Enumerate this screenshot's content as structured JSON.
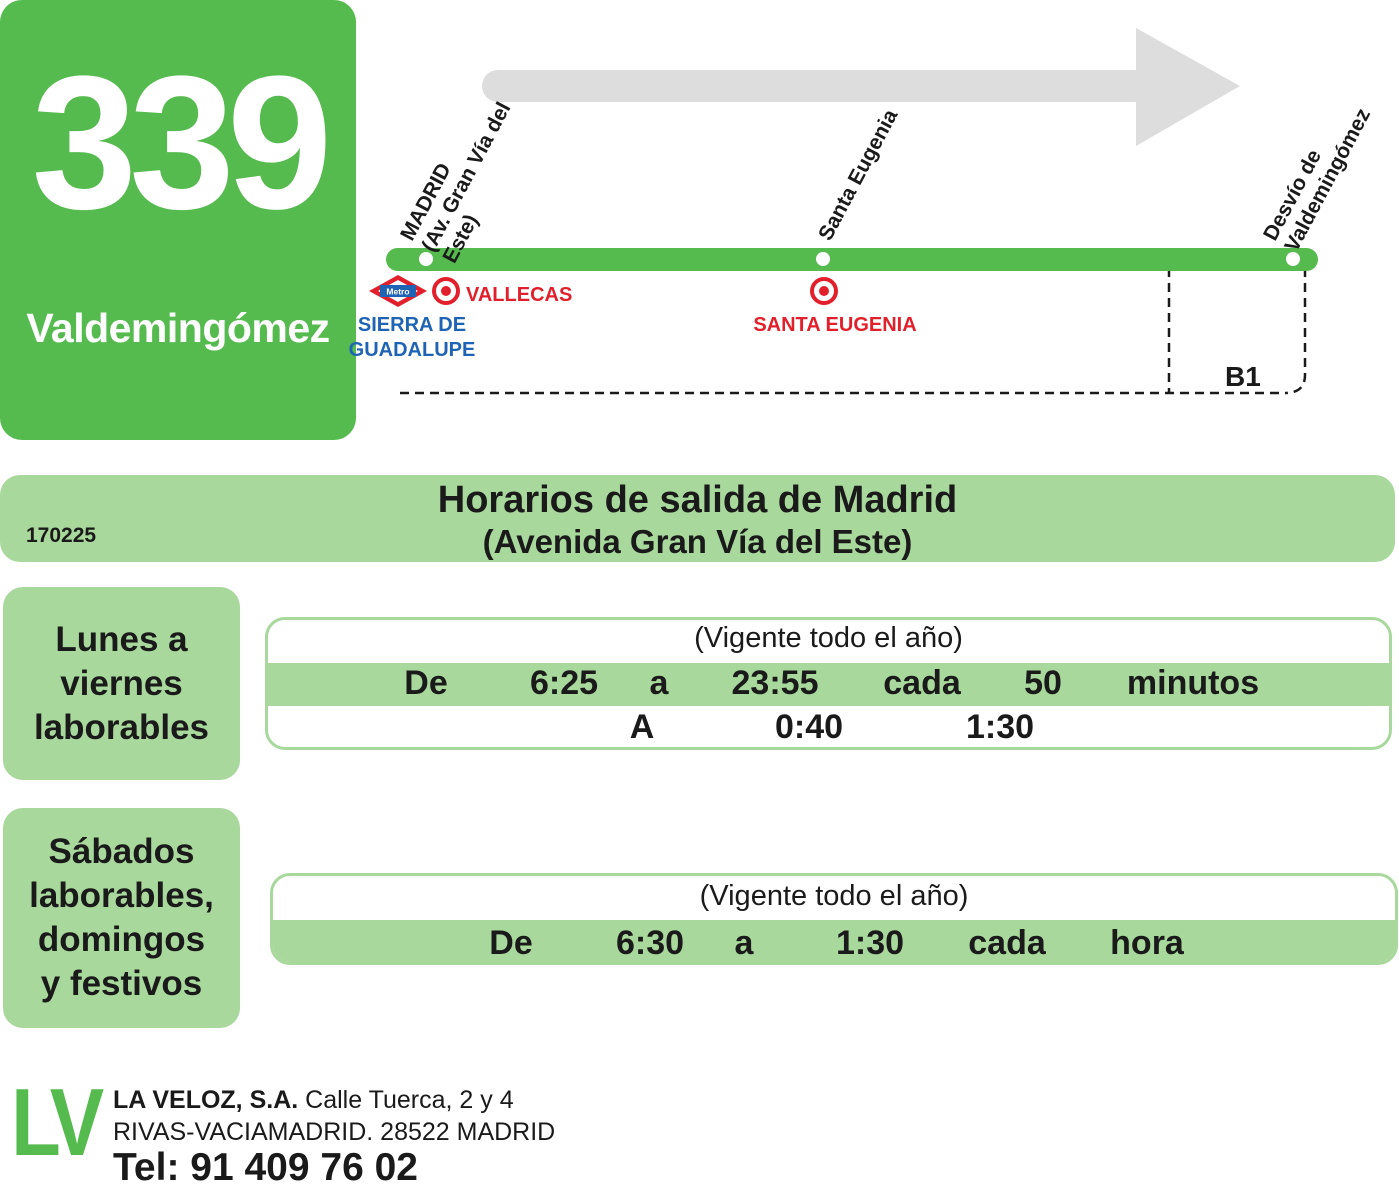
{
  "route": {
    "number": "339",
    "destination": "Valdemingómez"
  },
  "map": {
    "stops": [
      {
        "name_line1": "MADRID",
        "name_line2": "(Av. Gran Vía del",
        "name_line3": "Este)"
      },
      {
        "name_line1": "Santa Eugenia"
      },
      {
        "name_line1": "Desvío de",
        "name_line2": "Valdemingómez"
      }
    ],
    "connections": {
      "metro_badge": "Metro",
      "metro_station_line1": "SIERRA DE",
      "metro_station_line2": "GUADALUPE",
      "cercanias_1": "VALLECAS",
      "cercanias_2": "SANTA EUGENIA"
    },
    "variant_label": "B1",
    "colors": {
      "line": "#56bb4f",
      "arrow": "#dddddd",
      "cercanias": "#e1202b",
      "metro": "#1f64b4"
    }
  },
  "header": {
    "title": "Horarios de salida de Madrid",
    "subtitle": "(Avenida Gran Vía del Este)",
    "code": "170225"
  },
  "schedules": {
    "weekday": {
      "days_line1": "Lunes a",
      "days_line2": "viernes",
      "days_line3": "laborables",
      "validity": "(Vigente todo el año)",
      "row1": [
        "De",
        "6:25",
        "a",
        "23:55",
        "cada",
        "50",
        "minutos"
      ],
      "row2": [
        "A",
        "0:40",
        "1:30"
      ]
    },
    "weekend": {
      "days_line1": "Sábados",
      "days_line2": "laborables,",
      "days_line3": "domingos",
      "days_line4": "y festivos",
      "validity": "(Vigente todo el año)",
      "row1": [
        "De",
        "6:30",
        "a",
        "1:30",
        "cada",
        "hora"
      ]
    }
  },
  "footer": {
    "logo": "LV",
    "company_name": "LA VELOZ, S.A.",
    "address_line1": "Calle Tuerca, 2 y 4",
    "address_line2": "RIVAS-VACIAMADRID. 28522 MADRID",
    "phone": "Tel: 91 409 76 02"
  },
  "colors": {
    "brand_green": "#56bb4f",
    "light_green": "#a8d89c"
  }
}
